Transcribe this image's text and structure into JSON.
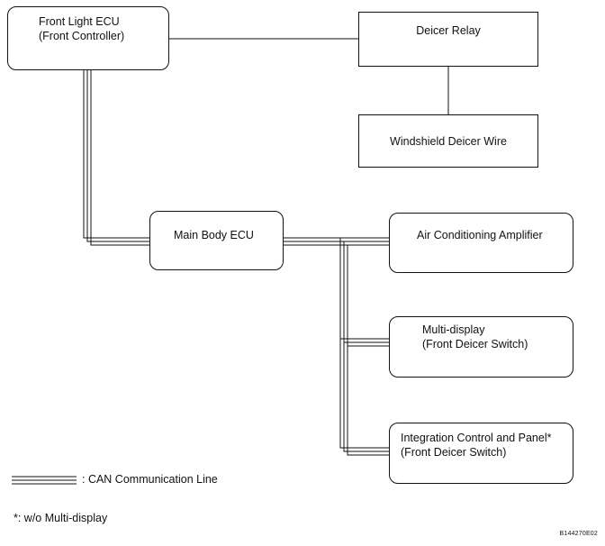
{
  "components": {
    "front_light_ecu": {
      "line1": "Front Light ECU",
      "line2": "(Front Controller)"
    },
    "deicer_relay": {
      "label": "Deicer Relay"
    },
    "windshield_deicer_wire": {
      "label": "Windshield Deicer Wire"
    },
    "main_body_ecu": {
      "label": "Main Body ECU"
    },
    "air_conditioning_amplifier": {
      "label": "Air Conditioning Amplifier"
    },
    "multi_display": {
      "line1": "Multi-display",
      "line2": "(Front Deicer Switch)"
    },
    "integration_control_panel": {
      "line1": "Integration Control and Panel*",
      "line2": "(Front Deicer Switch)"
    }
  },
  "legend": {
    "can_line_label": ": CAN Communication Line"
  },
  "footnote": "*: w/o Multi-display",
  "figure_code": "B144270E02"
}
